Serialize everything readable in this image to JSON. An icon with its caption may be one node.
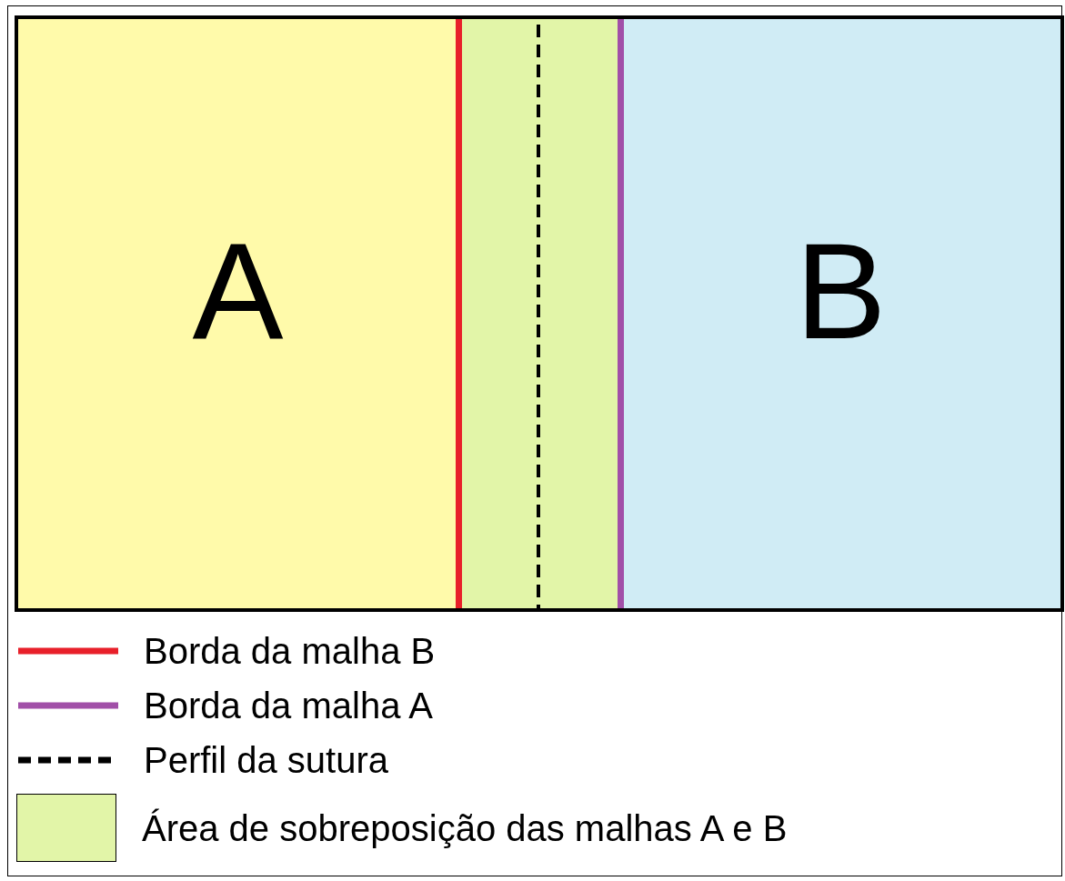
{
  "diagram": {
    "nodes": [
      {
        "text": [
          "A"
        ]
      },
      {
        "text": [
          "B"
        ]
      }
    ],
    "legend": [
      {
        "text": "Borda da malha B"
      },
      {
        "text": "Borda da malha A"
      },
      {
        "text": "Perfil da sutura"
      },
      {
        "text": "Área de sobreposição das malhas A e B",
        "color": "#e2f5a8"
      }
    ]
  }
}
